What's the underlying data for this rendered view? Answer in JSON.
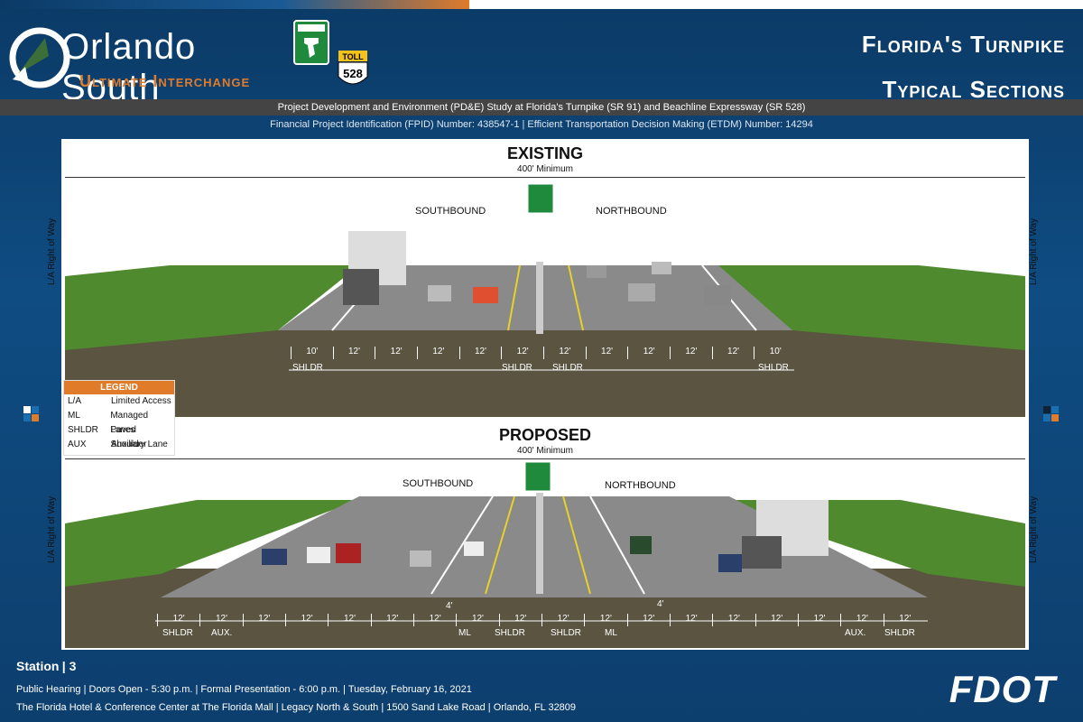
{
  "header": {
    "logo_title": "Orlando South",
    "logo_subtitle": "Ultimate Interchange",
    "turnpike_shield": "Florida's Turnpike",
    "toll_label": "TOLL",
    "toll_route": "528",
    "title_line1": "Florida's Turnpike",
    "title_line2": "Typical Sections",
    "study_line": "Project Development and Environment (PD&E) Study at Florida's Turnpike (SR 91) and Beachline Expressway (SR 528)",
    "fpid_line": "Financial Project Identification (FPID) Number: 438547-1 | Efficient Transportation Decision Making (ETDM) Number: 14294"
  },
  "existing": {
    "heading": "EXISTING",
    "min_width": "400' Minimum",
    "southbound": "SOUTHBOUND",
    "northbound": "NORTHBOUND",
    "row_label": "L/A Right of Way",
    "widths": [
      "10'",
      "12'",
      "12'",
      "12'",
      "12'",
      "12'",
      "12'",
      "12'",
      "12'",
      "12'",
      "12'",
      "10'"
    ],
    "shoulder_labels": [
      "SHLDR",
      "SHLDR",
      "SHLDR",
      "SHLDR"
    ]
  },
  "proposed": {
    "heading": "PROPOSED",
    "min_width": "400' Minimum",
    "southbound": "SOUTHBOUND",
    "northbound": "NORTHBOUND",
    "row_label": "L/A Right of Way",
    "widths": [
      "12'",
      "12'",
      "12'",
      "12'",
      "12'",
      "12'",
      "12'",
      "12'",
      "12'",
      "12'",
      "12'",
      "12'",
      "12'",
      "12'",
      "12'",
      "12'",
      "12'",
      "12'"
    ],
    "buffer": "4'",
    "lane_labels": [
      "SHLDR",
      "AUX.",
      "ML",
      "SHLDR",
      "SHLDR",
      "ML",
      "AUX.",
      "SHLDR"
    ]
  },
  "legend": {
    "title": "LEGEND",
    "items": [
      {
        "abbr": "L/A",
        "desc": "Limited Access"
      },
      {
        "abbr": "ML",
        "desc": "Managed Lanes"
      },
      {
        "abbr": "SHLDR",
        "desc": "Paved Shoulder"
      },
      {
        "abbr": "AUX",
        "desc": "Auxiliary Lane"
      }
    ]
  },
  "footer": {
    "station_label": "Station",
    "station_number": "3",
    "hearing_line": "Public Hearing | Doors Open - 5:30 p.m. | Formal Presentation - 6:00 p.m. | Tuesday, February 16, 2021",
    "venue_line": "The Florida Hotel & Conference Center at The Florida Mall |  Legacy North & South | 1500 Sand Lake Road | Orlando, FL 32809",
    "agency_logo": "FDOT"
  },
  "colors": {
    "orange": "#e07b2a",
    "navy": "#0f4c82",
    "grass": "#4f8a2e",
    "asphalt": "#8a8a8a",
    "soil": "#5a5440"
  }
}
